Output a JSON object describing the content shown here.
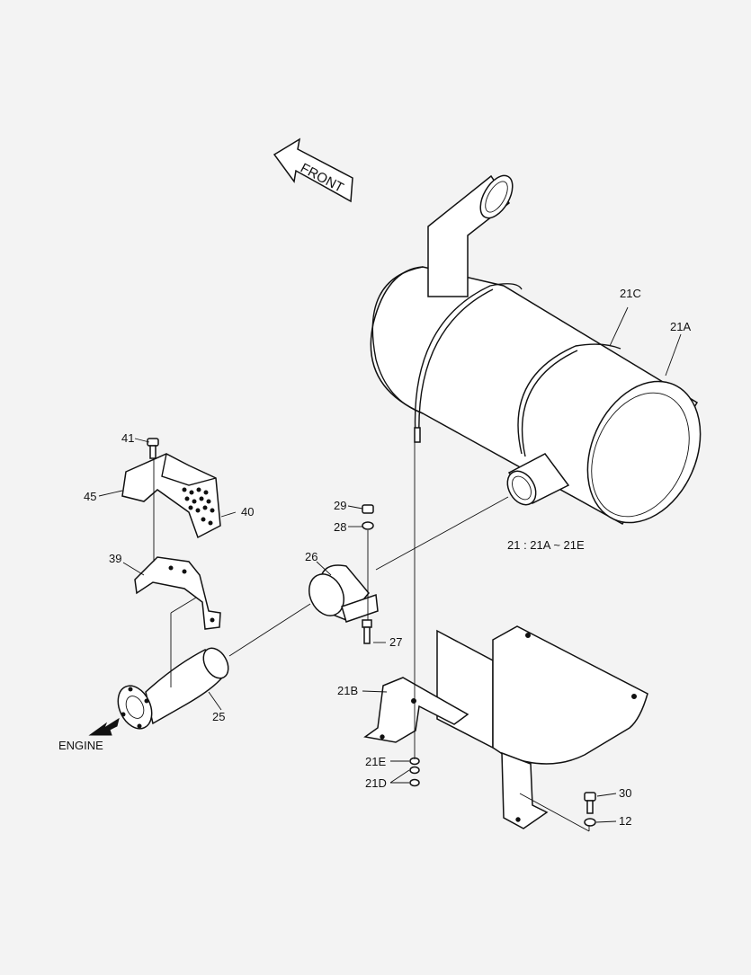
{
  "labels": {
    "front": "FRONT",
    "engine": "ENGINE",
    "note": "21 : 21A ~ 21E",
    "p21A": "21A",
    "p21B": "21B",
    "p21C": "21C",
    "p21D": "21D",
    "p21E": "21E",
    "p12": "12",
    "p25": "25",
    "p26": "26",
    "p27": "27",
    "p28": "28",
    "p29": "29",
    "p30": "30",
    "p39": "39",
    "p40": "40",
    "p41": "41",
    "p45": "45"
  }
}
